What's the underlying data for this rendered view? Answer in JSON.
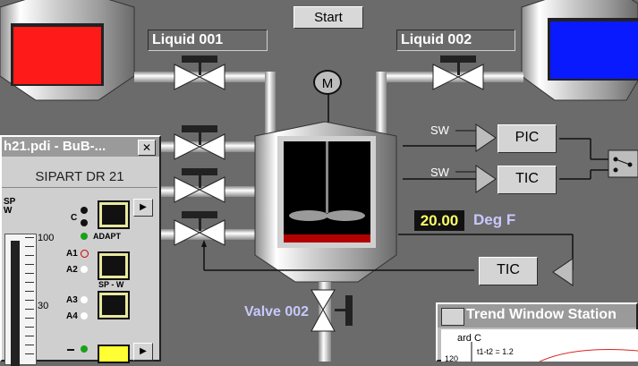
{
  "start_button": "Start",
  "liquid1_label": "Liquid 001",
  "liquid2_label": "Liquid 002",
  "motor_label": "M",
  "valve_label": "Valve 002",
  "readout": {
    "value": "20.00",
    "unit": "Deg F"
  },
  "controllers": {
    "sw1": "SW",
    "sw2": "SW",
    "pic": "PIC",
    "tic1": "TIC",
    "tic2": "TIC"
  },
  "faceplate": {
    "title": "h21.pdi - BuB-...",
    "close": "✕",
    "header": "SIPART DR 21",
    "sp_w": "SP\nW",
    "c_label": "C",
    "adapt": "ADAPT",
    "a1": "A1",
    "a2": "A2",
    "sp_w2": "SP - W",
    "a3": "A3",
    "a4": "A4",
    "scale": [
      "100",
      "30"
    ]
  },
  "trend": {
    "title": "Trend Window Station",
    "axis_unit": "ard C",
    "formula": "t1-t2 = 1.2",
    "tick": "120"
  },
  "colors": {
    "tank1": "#ff1a1a",
    "tank2": "#0a1aff",
    "reactor": "#000000",
    "liquid": "#b00000",
    "readout": "#ffff66"
  }
}
